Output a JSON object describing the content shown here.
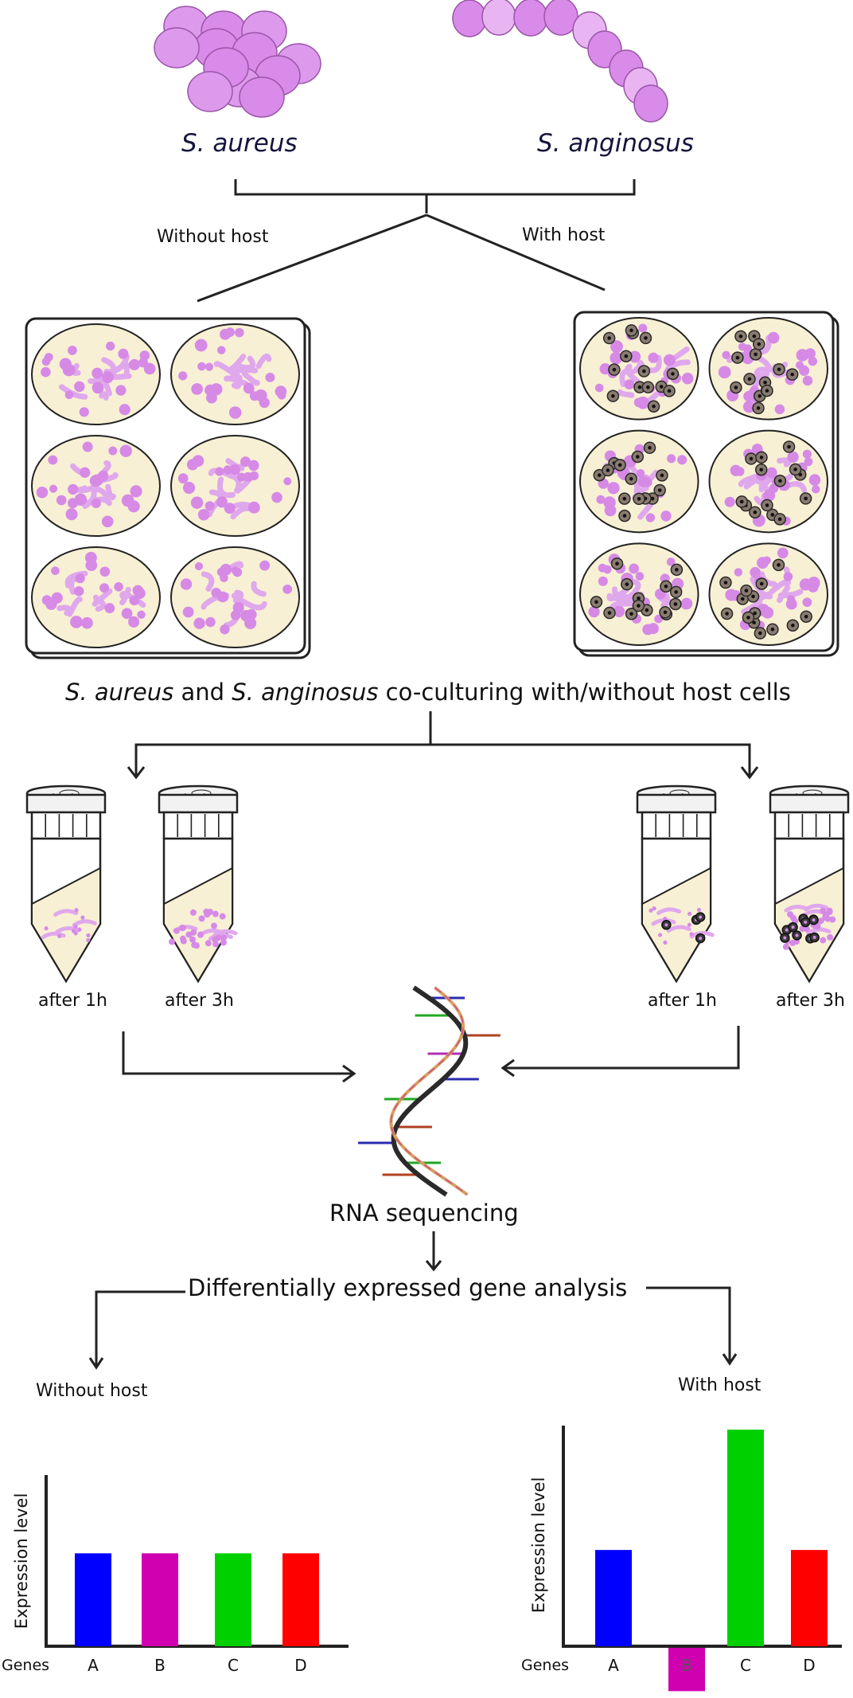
{
  "organisms": {
    "left": "S. aureus",
    "right": "S. anginosus"
  },
  "branches": {
    "without": "Without host",
    "with": "With host"
  },
  "coculture_caption": {
    "org1": "S. aureus",
    "and": " and ",
    "org2": "S. anginosus",
    "rest": " co-culturing with/without host cells"
  },
  "tubes": {
    "t1": "after 1h",
    "t2": "after 3h"
  },
  "steps": {
    "sequencing": "RNA sequencing",
    "analysis": "Differentially expressed gene analysis"
  },
  "result_labels": {
    "without": "Without host",
    "with": "With host"
  },
  "colors": {
    "A": "#0000ff",
    "B": "#d000b0",
    "C": "#00d000",
    "D": "#ff0000",
    "cell": "#d68ae6",
    "host": "#8a7b70"
  },
  "chart_data": [
    {
      "type": "bar",
      "title": "",
      "xlabel": "Genes",
      "ylabel": "Expression level",
      "categories": [
        "A",
        "B",
        "C",
        "D"
      ],
      "values": [
        1,
        1,
        1,
        1
      ],
      "ylim": [
        -0.5,
        1.8
      ],
      "grid": false
    },
    {
      "type": "bar",
      "title": "",
      "xlabel": "Genes",
      "ylabel": "Expression level",
      "categories": [
        "A",
        "B",
        "C",
        "D"
      ],
      "values": [
        1,
        -0.45,
        2.25,
        1
      ],
      "ylim": [
        -0.5,
        2.3
      ],
      "grid": false
    }
  ]
}
